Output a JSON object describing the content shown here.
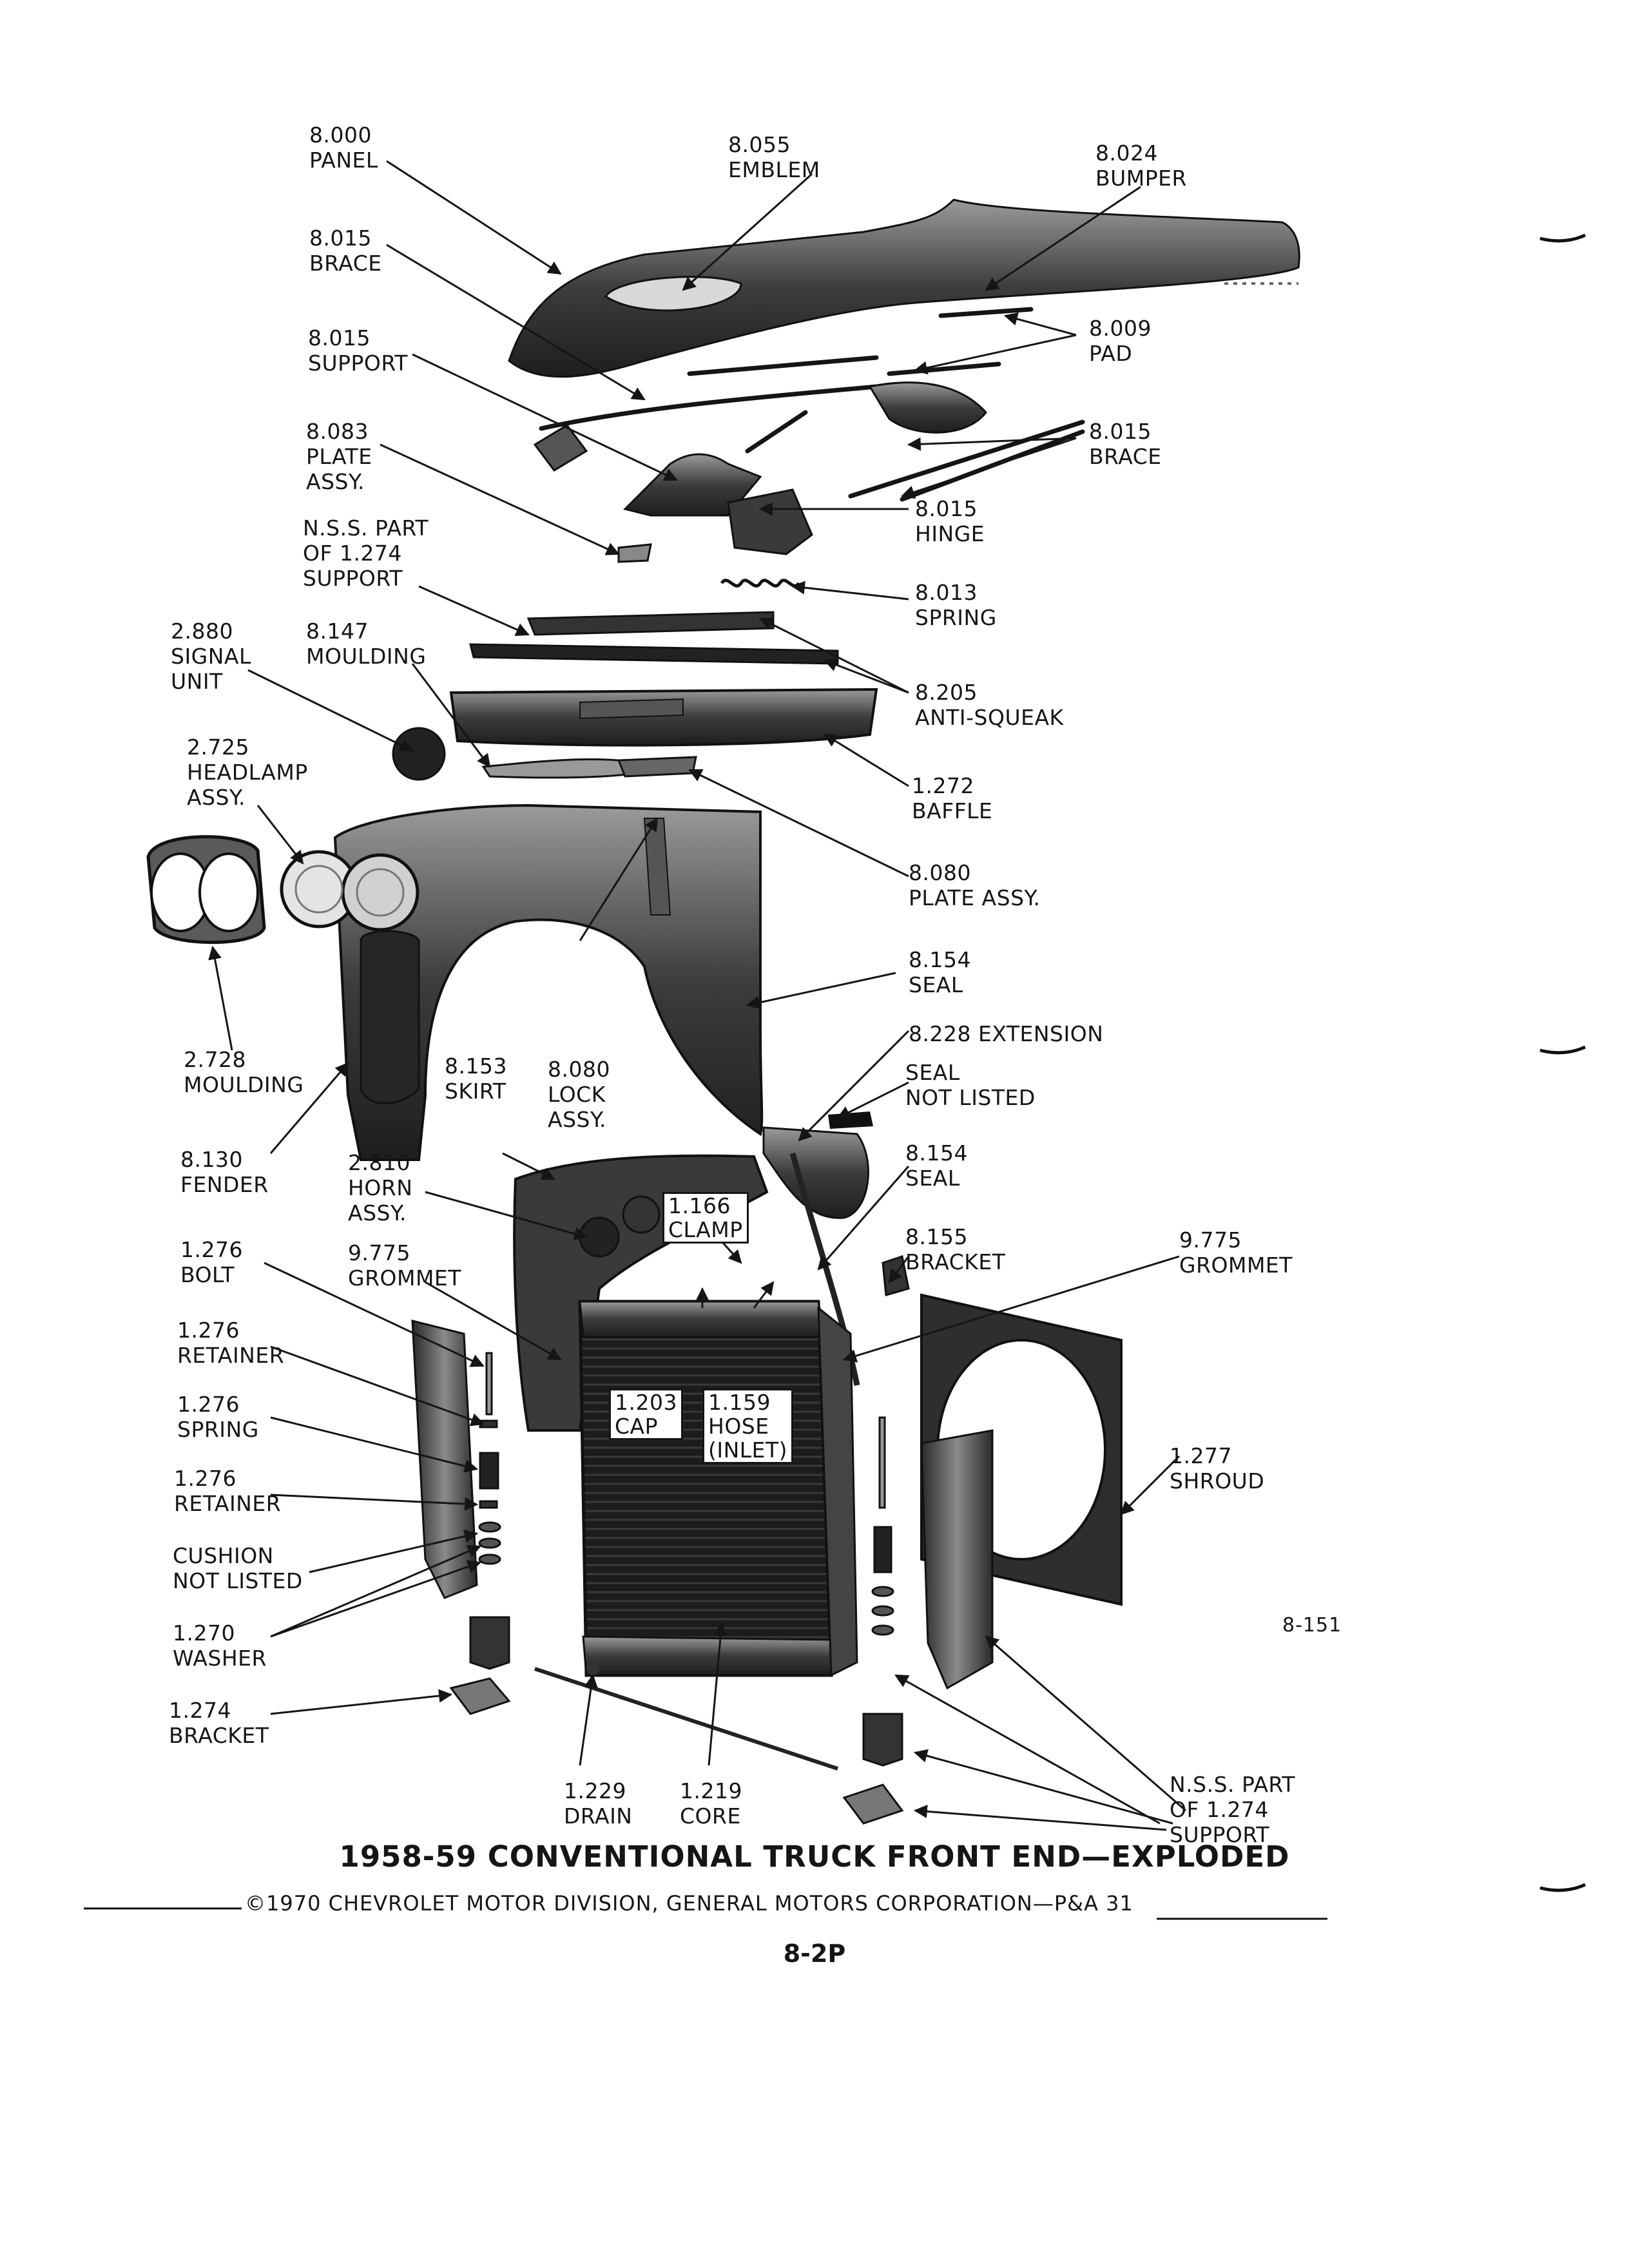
{
  "labels": {
    "l_8000": [
      "8.000",
      "PANEL"
    ],
    "l_8055": [
      "8.055",
      "EMBLEM"
    ],
    "l_8024": [
      "8.024",
      "BUMPER"
    ],
    "l_8015_brace_a": [
      "8.015",
      "BRACE"
    ],
    "l_8015_support": [
      "8.015",
      "SUPPORT"
    ],
    "l_8009": [
      "8.009",
      "PAD"
    ],
    "l_8083": [
      "8.083",
      "PLATE",
      "ASSY."
    ],
    "l_8015_brace_b": [
      "8.015",
      "BRACE"
    ],
    "l_8015_hinge": [
      "8.015",
      "HINGE"
    ],
    "l_nss_top": [
      "N.S.S. PART",
      "OF 1.274",
      "SUPPORT"
    ],
    "l_8013": [
      "8.013",
      "SPRING"
    ],
    "l_2880": [
      "2.880",
      "SIGNAL",
      "UNIT"
    ],
    "l_8147": [
      "8.147",
      "MOULDING"
    ],
    "l_8205": [
      "8.205",
      "ANTI-SQUEAK"
    ],
    "l_2725": [
      "2.725",
      "HEADLAMP",
      "ASSY."
    ],
    "l_1272": [
      "1.272",
      "BAFFLE"
    ],
    "l_8080_plate": [
      "8.080",
      "PLATE ASSY."
    ],
    "l_8154_a": [
      "8.154",
      "SEAL"
    ],
    "l_2728": [
      "2.728",
      "MOULDING"
    ],
    "l_8153": [
      "8.153",
      "SKIRT"
    ],
    "l_8080_lock": [
      "8.080",
      "LOCK",
      "ASSY."
    ],
    "l_8228": [
      "8.228 EXTENSION"
    ],
    "l_seal_nl": [
      "SEAL",
      "NOT LISTED"
    ],
    "l_8130": [
      "8.130",
      "FENDER"
    ],
    "l_2810": [
      "2.810",
      "HORN",
      "ASSY."
    ],
    "l_1166": [
      "1.166",
      "CLAMP"
    ],
    "l_8154_b": [
      "8.154",
      "SEAL"
    ],
    "l_1276_bolt": [
      "1.276",
      "BOLT"
    ],
    "l_9775_a": [
      "9.775",
      "GROMMET"
    ],
    "l_8155": [
      "8.155",
      "BRACKET"
    ],
    "l_9775_b": [
      "9.775",
      "GROMMET"
    ],
    "l_1276_ret_a": [
      "1.276",
      "RETAINER"
    ],
    "l_1203": [
      "1.203",
      "CAP"
    ],
    "l_1159": [
      "1.159",
      "HOSE",
      "(INLET)"
    ],
    "l_1276_spring": [
      "1.276",
      "SPRING"
    ],
    "l_1277": [
      "1.277",
      "SHROUD"
    ],
    "l_1276_ret_b": [
      "1.276",
      "RETAINER"
    ],
    "l_cushion": [
      "CUSHION",
      "NOT LISTED"
    ],
    "l_1270": [
      "1.270",
      "WASHER"
    ],
    "l_1274": [
      "1.274",
      "BRACKET"
    ],
    "l_1229": [
      "1.229",
      "DRAIN"
    ],
    "l_1219": [
      "1.219",
      "CORE"
    ],
    "l_nss_bottom": [
      "N.S.S. PART",
      "OF 1.274",
      "SUPPORT"
    ]
  },
  "figure_id": "8-151",
  "caption": "1958-59 CONVENTIONAL TRUCK FRONT END—EXPLODED",
  "copyright": "©1970 CHEVROLET MOTOR DIVISION, GENERAL MOTORS CORPORATION—P&A 31",
  "page_number": "8-2P"
}
